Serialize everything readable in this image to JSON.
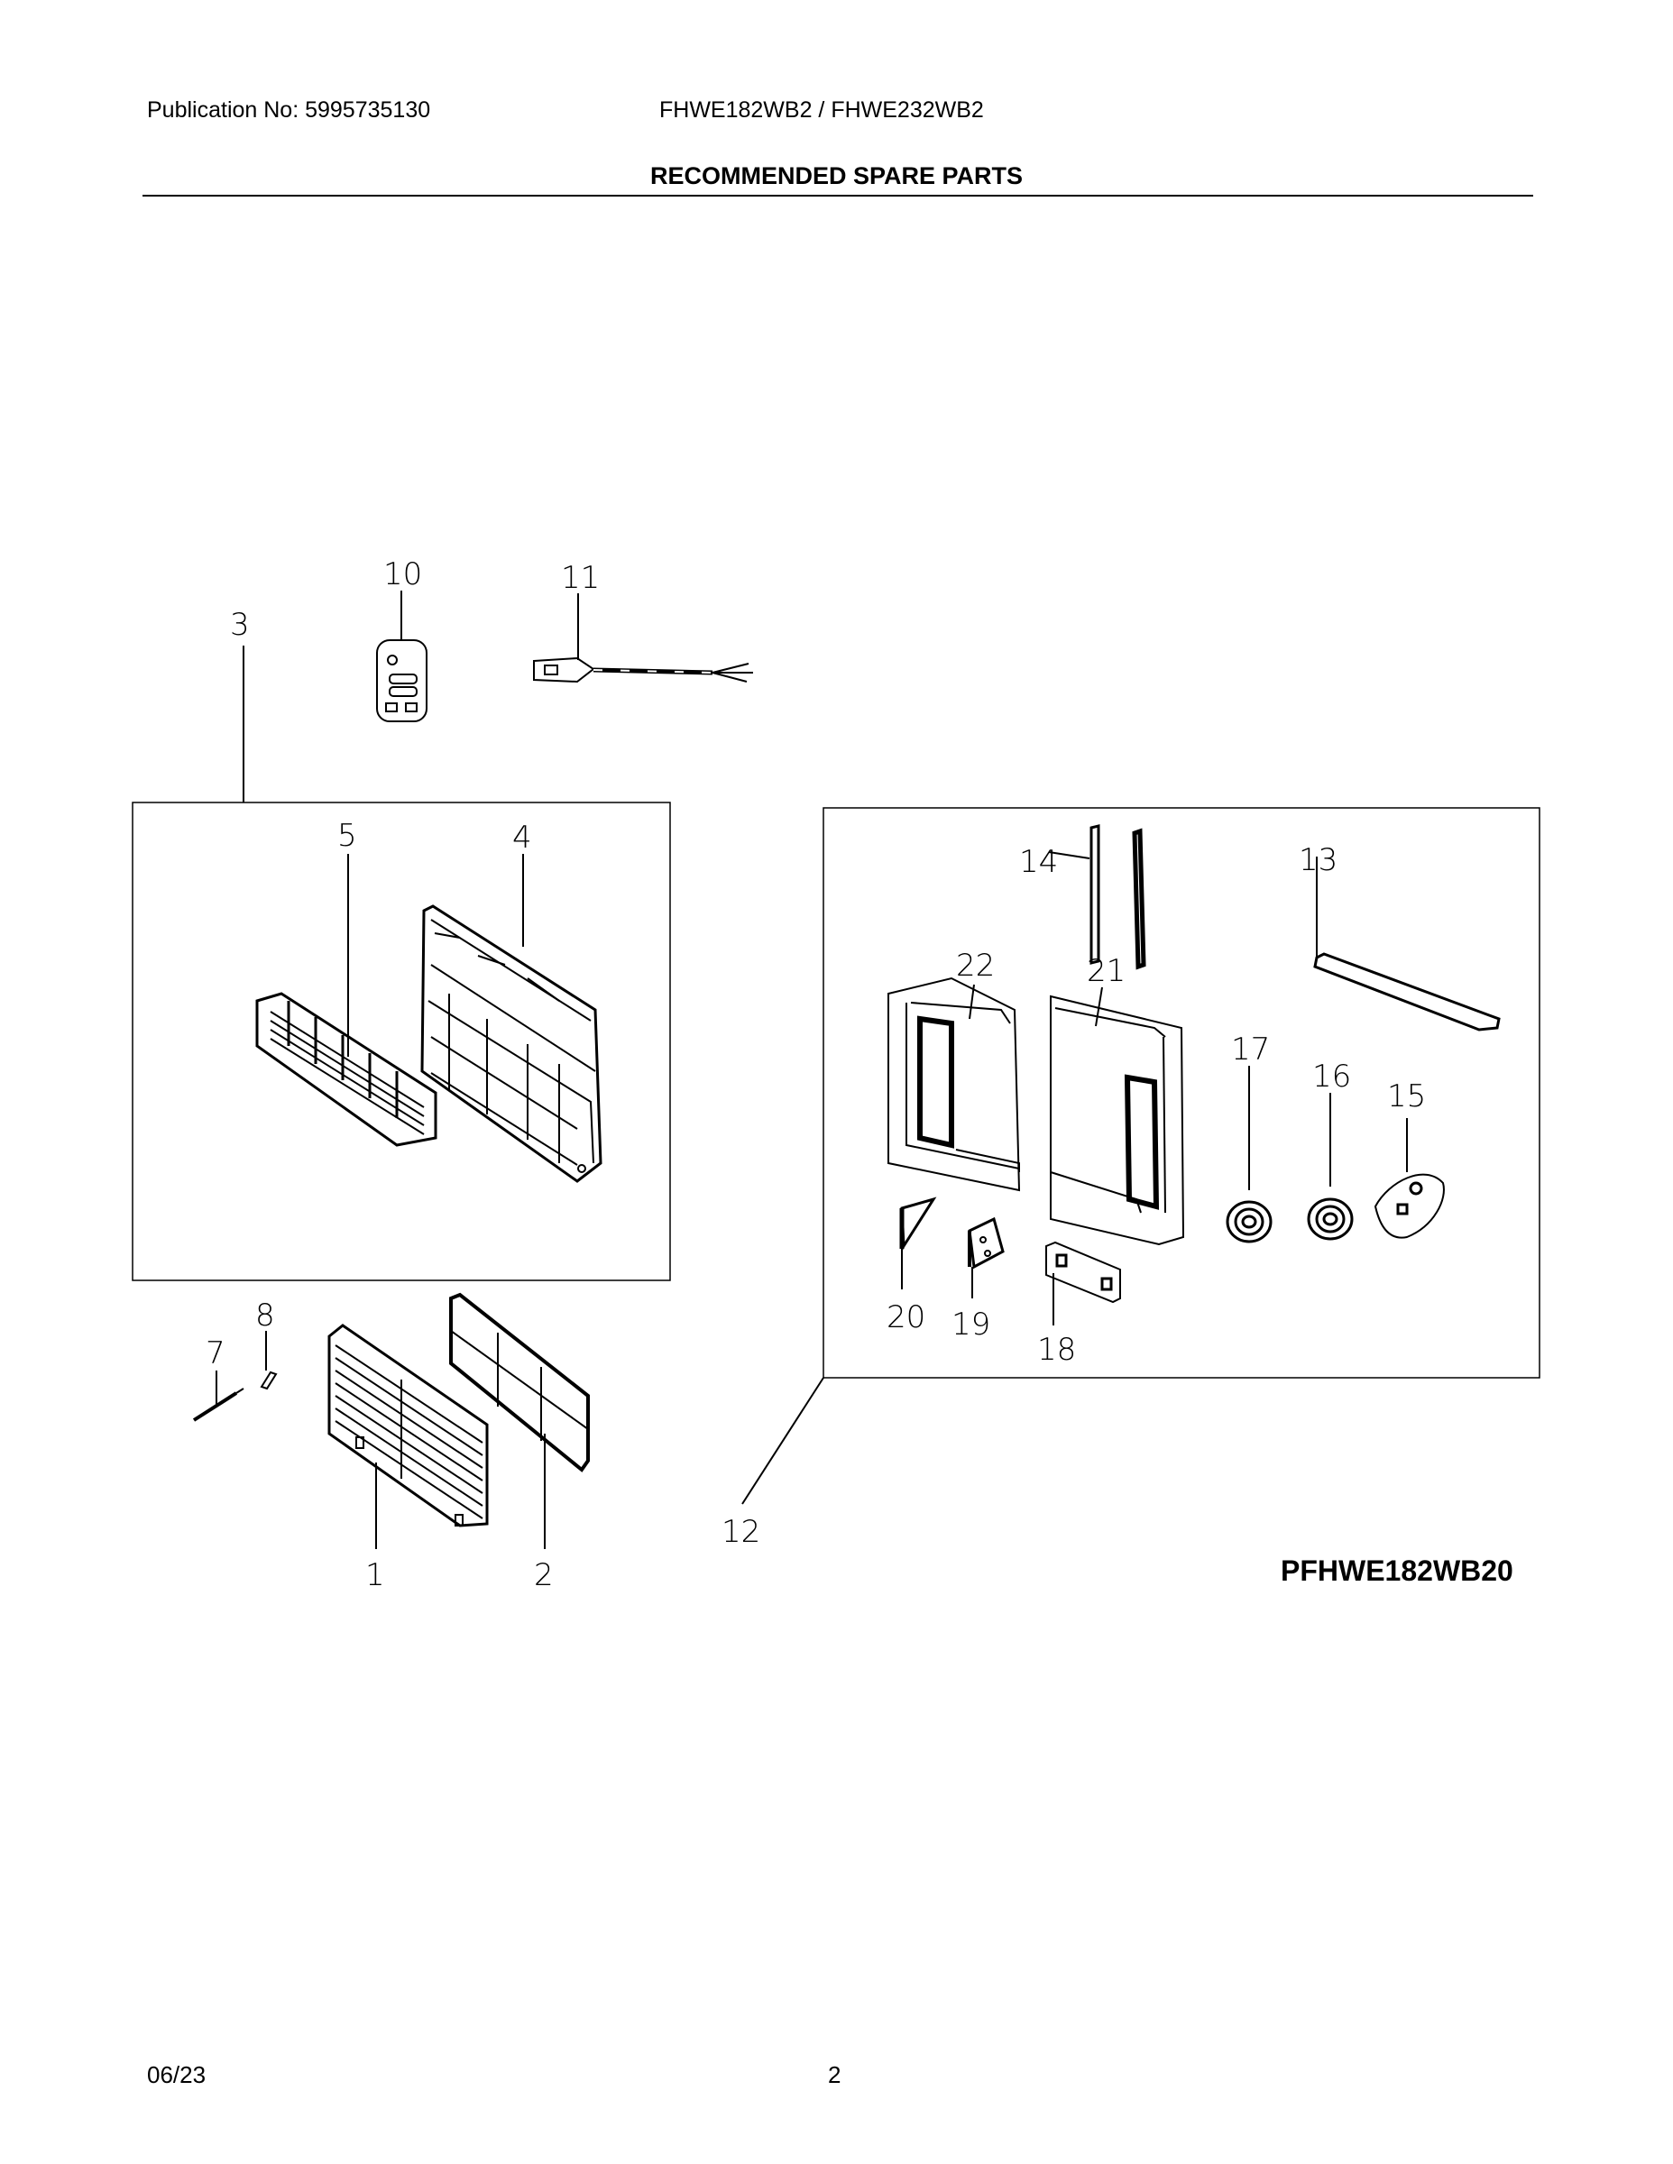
{
  "header": {
    "publication": "Publication No: 5995735130",
    "models": "FHWE182WB2 / FHWE232WB2",
    "title": "RECOMMENDED SPARE PARTS"
  },
  "diagram": {
    "code": "PFHWE182WB20",
    "callouts": [
      "1",
      "2",
      "3",
      "4",
      "5",
      "7",
      "8",
      "10",
      "11",
      "12",
      "13",
      "14",
      "15",
      "16",
      "17",
      "18",
      "19",
      "20",
      "21",
      "22"
    ]
  },
  "footer": {
    "date": "06/23",
    "page": "2"
  }
}
